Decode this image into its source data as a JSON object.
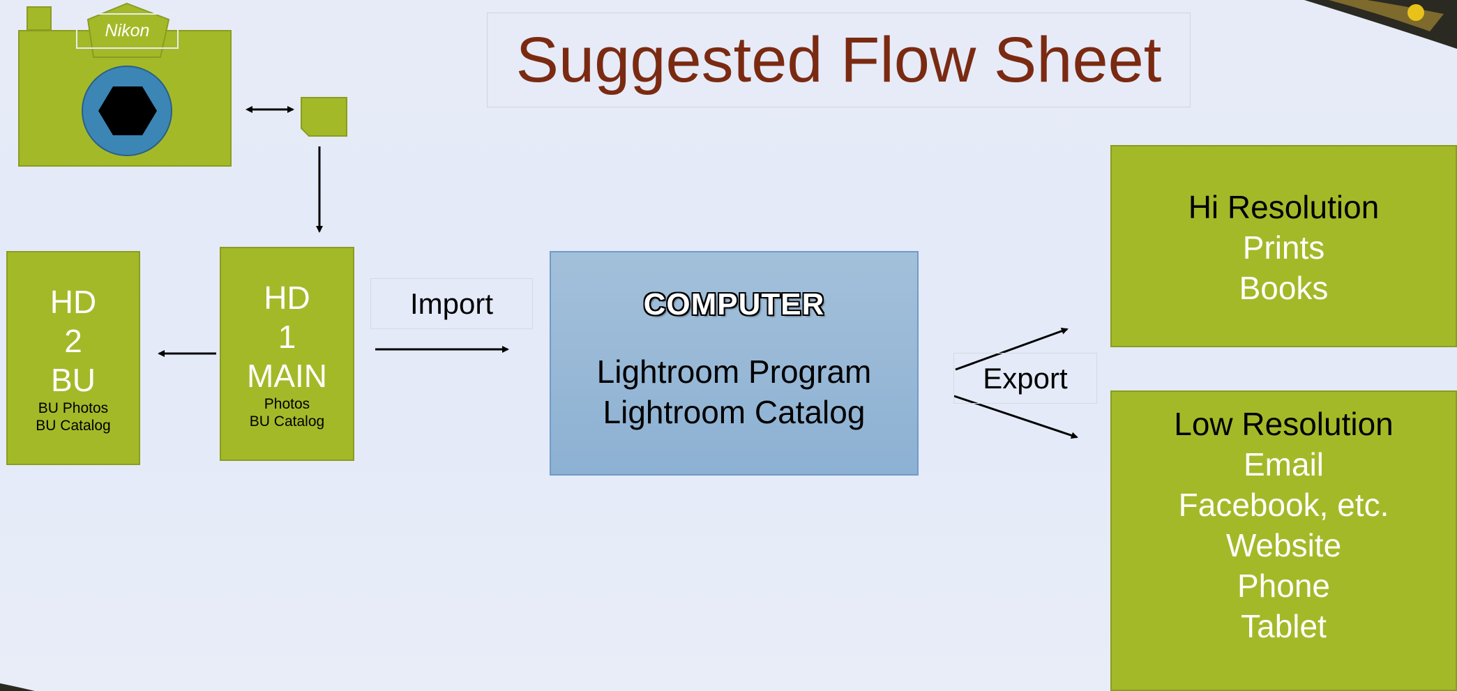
{
  "title": "Suggested Flow Sheet",
  "camera": {
    "brand": "Nikon"
  },
  "hd2": {
    "lines": [
      "HD",
      "2",
      "BU"
    ],
    "sub": [
      "BU Photos",
      "BU Catalog"
    ]
  },
  "hd1": {
    "lines": [
      "HD",
      "1",
      "MAIN"
    ],
    "sub": [
      "Photos",
      "BU Catalog"
    ]
  },
  "import_label": "Import",
  "computer": {
    "heading": "COMPUTER",
    "lines": [
      "Lightroom Program",
      "Lightroom Catalog"
    ]
  },
  "export_label": "Export",
  "hi_res": {
    "heading": "Hi Resolution",
    "items": [
      "Prints",
      "Books"
    ]
  },
  "low_res": {
    "heading": "Low Resolution",
    "items": [
      "Email",
      "Facebook, etc.",
      "Website",
      "Phone",
      "Tablet"
    ]
  },
  "colors": {
    "box_green": "#a4b928",
    "title_red": "#7b2a12",
    "computer_blue": "#8db1d3",
    "lens_blue": "#3b86b5"
  }
}
